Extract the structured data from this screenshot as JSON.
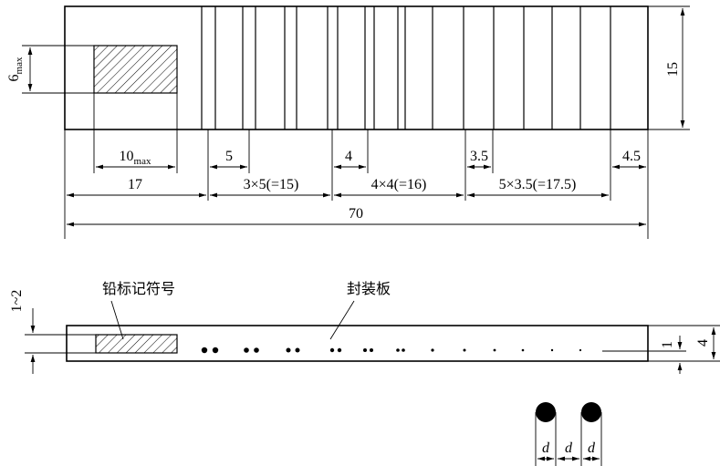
{
  "colors": {
    "ink": "#000000",
    "paper": "#ffffff"
  },
  "top_view": {
    "dim_width": {
      "main": "6",
      "sub": "max"
    },
    "dim_height": "15",
    "dim_mark_len": {
      "main": "10",
      "sub": "max"
    },
    "dim_left": "17",
    "dim_g1_pitch": "5",
    "dim_g1_total": "3×5(=15)",
    "dim_g2_pitch": "4",
    "dim_g2_total": "4×4(=16)",
    "dim_g3_pitch": "3.5",
    "dim_g3_total": "5×3.5(=17.5)",
    "dim_right": "4.5",
    "dim_overall": "70"
  },
  "side_view": {
    "label_mark": "铅标记符号",
    "label_plate": "封装板",
    "dim_gap": "1~2",
    "dim_inner": "1",
    "dim_thickness": "4"
  },
  "detail": {
    "d1": "d",
    "d2": "d",
    "d3": "d"
  }
}
